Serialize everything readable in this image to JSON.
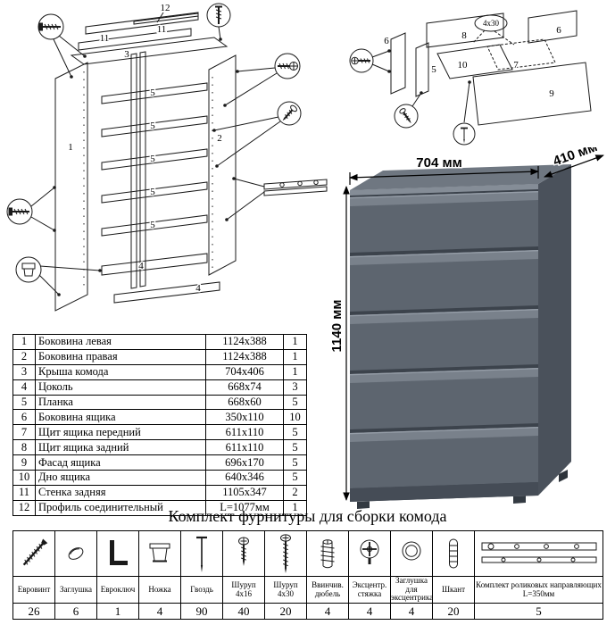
{
  "title": "Комплект фурнитуры для сборки комода",
  "dimensions": {
    "width": "704 мм",
    "depth": "410 мм",
    "height": "1140 мм"
  },
  "part_labels": {
    "p1": "1",
    "p2": "2",
    "p3": "3",
    "p4": "4",
    "p5": "5",
    "p6": "6",
    "p7": "7",
    "p8": "8",
    "p9": "9",
    "p10": "10",
    "p11": "11",
    "p12": "12",
    "s4x30": "4х30"
  },
  "parts_table": {
    "rows": [
      {
        "num": "1",
        "name": "Боковина левая",
        "size": "1124х388",
        "qty": "1"
      },
      {
        "num": "2",
        "name": "Боковина правая",
        "size": "1124х388",
        "qty": "1"
      },
      {
        "num": "3",
        "name": "Крыша комода",
        "size": "704х406",
        "qty": "1"
      },
      {
        "num": "4",
        "name": "Цоколь",
        "size": "668х74",
        "qty": "3"
      },
      {
        "num": "5",
        "name": "Планка",
        "size": "668х60",
        "qty": "5"
      },
      {
        "num": "6",
        "name": "Боковина ящика",
        "size": "350х110",
        "qty": "10"
      },
      {
        "num": "7",
        "name": "Щит ящика передний",
        "size": "611х110",
        "qty": "5"
      },
      {
        "num": "8",
        "name": "Щит ящика задний",
        "size": "611х110",
        "qty": "5"
      },
      {
        "num": "9",
        "name": "Фасад ящика",
        "size": "696х170",
        "qty": "5"
      },
      {
        "num": "10",
        "name": "Дно ящика",
        "size": "640х346",
        "qty": "5"
      },
      {
        "num": "11",
        "name": "Стенка задняя",
        "size": "1105х347",
        "qty": "2"
      },
      {
        "num": "12",
        "name": "Профиль соединительный",
        "size": "L=1077мм",
        "qty": "1"
      }
    ]
  },
  "hardware": {
    "items": [
      {
        "name": "Евровинт",
        "qty": "26",
        "icon": "confirmat-screw-icon"
      },
      {
        "name": "Заглушка",
        "qty": "6",
        "icon": "cap-icon"
      },
      {
        "name": "Евроключ",
        "qty": "1",
        "icon": "hex-key-icon"
      },
      {
        "name": "Ножка",
        "qty": "4",
        "icon": "foot-icon"
      },
      {
        "name": "Гвоздь",
        "qty": "90",
        "icon": "nail-icon"
      },
      {
        "name": "Шуруп 4х16",
        "qty": "40",
        "icon": "screw-4x16-icon"
      },
      {
        "name": "Шуруп 4х30",
        "qty": "20",
        "icon": "screw-4x30-icon"
      },
      {
        "name": "Ввинчив. дюбель",
        "qty": "4",
        "icon": "screw-in-dowel-icon"
      },
      {
        "name": "Эксцентр. стяжка",
        "qty": "4",
        "icon": "cam-lock-icon"
      },
      {
        "name": "Заглушка для эксцентрика",
        "qty": "4",
        "icon": "cam-cap-icon"
      },
      {
        "name": "Шкант",
        "qty": "20",
        "icon": "wood-dowel-icon"
      },
      {
        "name": "Комплект роликовых направляющих L=350мм",
        "qty": "5",
        "icon": "drawer-slides-icon"
      }
    ]
  }
}
